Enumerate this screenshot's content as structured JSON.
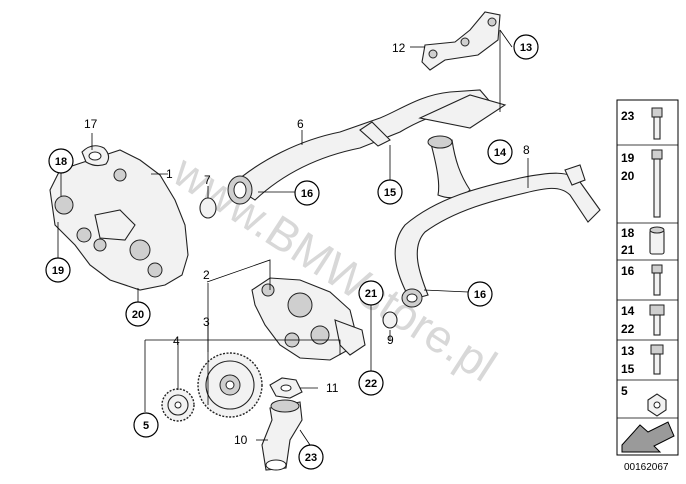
{
  "watermark": "www.BMWstore.pl",
  "document_id": "00162067",
  "callouts_plain": [
    "1",
    "2",
    "3",
    "4",
    "6",
    "7",
    "8",
    "9",
    "10",
    "11",
    "12",
    "17"
  ],
  "callouts_circled": [
    "13",
    "14",
    "15",
    "16",
    "16",
    "18",
    "19",
    "20",
    "21",
    "22",
    "23",
    "5"
  ],
  "legend": {
    "rows": [
      {
        "labels": [
          "23"
        ]
      },
      {
        "labels": [
          "19",
          "20"
        ]
      },
      {
        "labels": [
          "18",
          "21"
        ]
      },
      {
        "labels": [
          "16"
        ]
      },
      {
        "labels": [
          "14",
          "22"
        ]
      },
      {
        "labels": [
          "13",
          "15"
        ]
      },
      {
        "labels": [
          "5"
        ]
      }
    ]
  }
}
